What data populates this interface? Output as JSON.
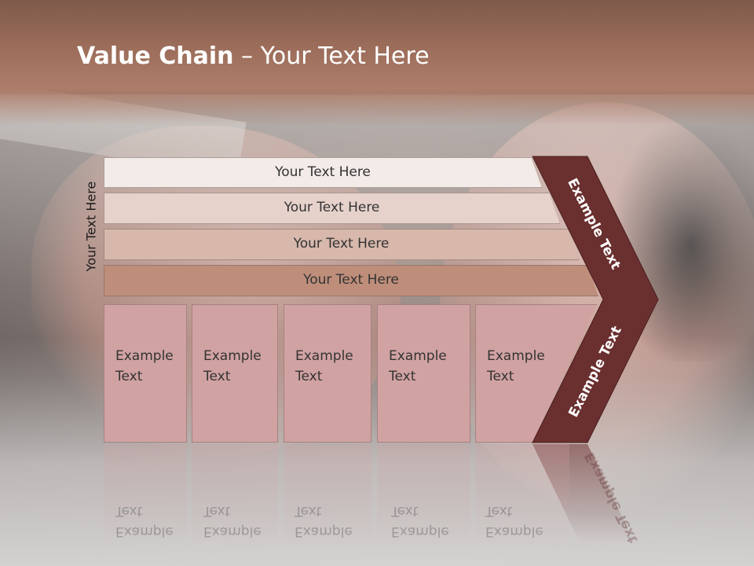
{
  "title": {
    "bold": "Value Chain",
    "rest": " – Your Text Here"
  },
  "side_label": "Your Text Here",
  "bars": [
    {
      "label": "Your Text Here",
      "color": "#f2ebe8"
    },
    {
      "label": "Your Text Here",
      "color": "#e6d2cb"
    },
    {
      "label": "Your Text Here",
      "color": "#d7b8ab"
    },
    {
      "label": "Your Text Here",
      "color": "#be8e7b"
    }
  ],
  "boxes": [
    {
      "label": "Example\nText"
    },
    {
      "label": "Example\nText"
    },
    {
      "label": "Example\nText"
    },
    {
      "label": "Example\nText"
    },
    {
      "label": "Example\nText"
    }
  ],
  "chevron": {
    "top_label": "Example Text",
    "bottom_label": "Example Text",
    "color": "#6a2f2f"
  },
  "colors": {
    "box": "#d1a2a2",
    "header": "#9a6c59"
  }
}
